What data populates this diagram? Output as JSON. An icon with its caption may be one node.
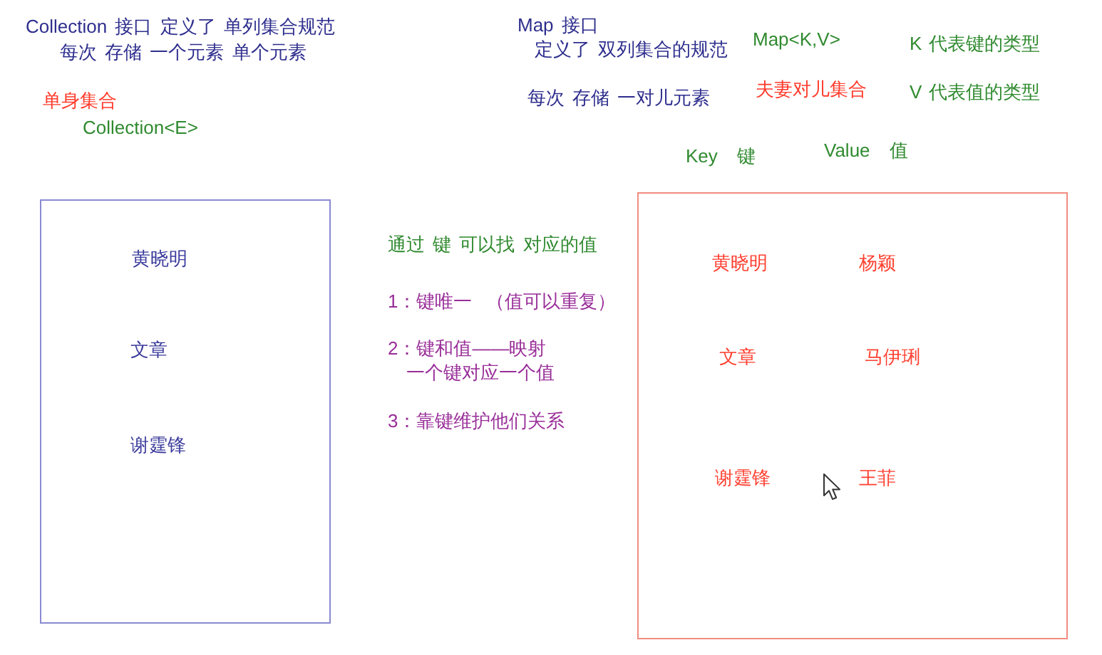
{
  "diagram": {
    "nodes": [
      {
        "text": [
          "黄晓明",
          "文章",
          "谢霆锋"
        ]
      },
      {
        "text": [
          "黄晓明",
          "杨颖",
          "文章",
          "马伊琍",
          "谢霆锋",
          "王菲"
        ]
      }
    ],
    "labels": [
      "Collection 接口 定义了 单列集合规范",
      "Map 接口",
      "每次 存储 一个元素 单个元素",
      "定义了 双列集合的规范",
      "Map<K,V>",
      "K 代表键的类型",
      "单身集合",
      "每次 存储 一对儿元素",
      "夫妻对儿集合",
      "V 代表值的类型",
      "Collection<E>",
      "Key 键",
      "Value 值",
      "通过 键 可以找 对应的值",
      "1：键唯一 （值可以重复）",
      "2：键和值——映射",
      "一个键对应一个值",
      "3：靠键维护他们关系"
    ]
  }
}
